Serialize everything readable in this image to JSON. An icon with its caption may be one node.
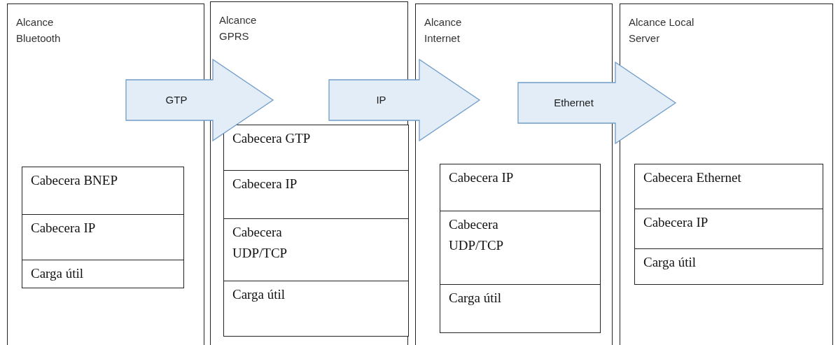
{
  "diagram": {
    "nodes": [
      {
        "text": [
          "Alcance Bluetooth"
        ]
      },
      {
        "text": [
          "Cabecera BNEP"
        ],
        "in": 0
      },
      {
        "text": [
          "Cabecera IP"
        ],
        "in": 0
      },
      {
        "text": [
          "Carga útil"
        ],
        "in": 0
      },
      {
        "text": [
          "Alcance GPRS"
        ]
      },
      {
        "text": [
          "Cabecera GTP"
        ],
        "in": 4
      },
      {
        "text": [
          "Cabecera IP"
        ],
        "in": 4
      },
      {
        "text": [
          "Cabecera UDP/TCP"
        ],
        "in": 4
      },
      {
        "text": [
          "Carga útil"
        ],
        "in": 4
      },
      {
        "text": [
          "Alcance Internet"
        ]
      },
      {
        "text": [
          "Cabecera IP"
        ],
        "in": 9
      },
      {
        "text": [
          "Cabecera UDP/TCP"
        ],
        "in": 9
      },
      {
        "text": [
          "Carga útil"
        ],
        "in": 9
      },
      {
        "text": [
          "Alcance Local Server"
        ]
      },
      {
        "text": [
          "Cabecera Ethernet"
        ],
        "in": 13
      },
      {
        "text": [
          "Cabecera IP"
        ],
        "in": 13
      },
      {
        "text": [
          "Carga útil"
        ],
        "in": 13
      }
    ],
    "edges": [
      {
        "from": 0,
        "to": 4,
        "arrow": "to",
        "label": "GTP"
      },
      {
        "from": 4,
        "to": 9,
        "arrow": "to",
        "label": "IP"
      },
      {
        "from": 9,
        "to": 13,
        "arrow": "to",
        "label": "Ethernet"
      }
    ]
  }
}
